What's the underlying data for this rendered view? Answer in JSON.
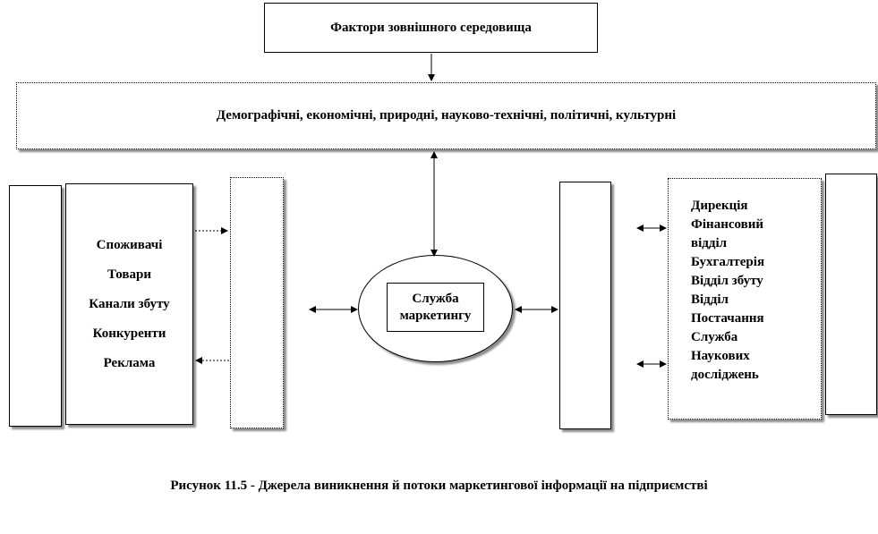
{
  "top_box": {
    "label": "Фактори зовнішного середовища"
  },
  "wide_box": {
    "label": "Демографічні, економічні, природні, науково-технічні, політичні, культурні"
  },
  "left_list": {
    "items": [
      "Споживачі",
      "Товари",
      "Канали збуту",
      "Конкуренти",
      "Реклама"
    ]
  },
  "service": {
    "lines": [
      "Служба",
      "маркетингу"
    ]
  },
  "right_list": {
    "items": [
      "Дирекція",
      "Фінансовий",
      "відділ",
      "Бухгалтерія",
      "Відділ збуту",
      "Відділ",
      "Постачання",
      "Служба",
      "Наукових",
      "досліджень"
    ]
  },
  "caption": "Рисунок  11.5   -  Джерела виникнення й потоки маркетингової інформації на підприємстві"
}
